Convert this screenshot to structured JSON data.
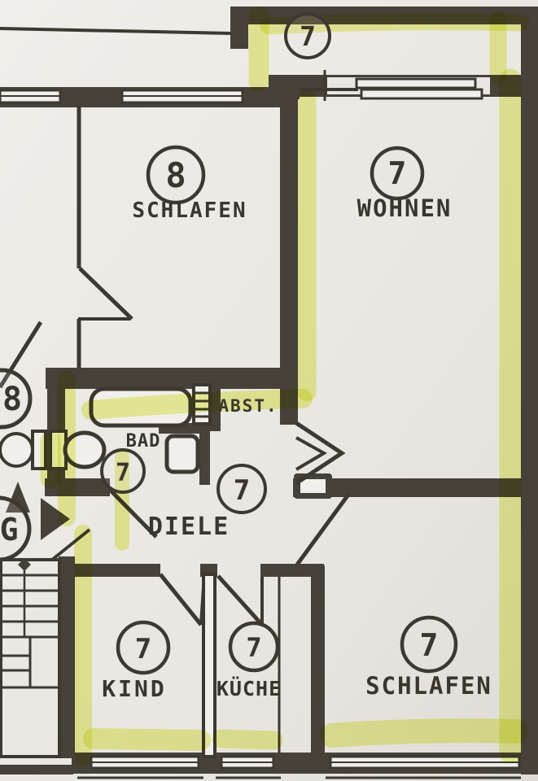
{
  "palette": {
    "paper": "#e9e7e1",
    "paper_light": "#f0efeb",
    "ink": "#46423a",
    "ink_thin": "#3d3931",
    "text": "#3a362e",
    "highlight": "#e7ee66"
  },
  "plan": {
    "balcony": {
      "number": "7"
    },
    "schlafen_top": {
      "number": "8",
      "label": "SCHLAFEN"
    },
    "wohnen": {
      "number": "7",
      "label": "WOHNEN"
    },
    "abst": {
      "label": "ABST."
    },
    "bad": {
      "number": "7",
      "label": "BAD"
    },
    "diele": {
      "number": "7",
      "label": "DIELE"
    },
    "kind": {
      "number": "7",
      "label": "KIND"
    },
    "kueche": {
      "number": "7",
      "label": "KÜCHE"
    },
    "schlafen_bottom": {
      "number": "7",
      "label": "SCHLAFEN"
    },
    "neighbor_unit": {
      "number": "8"
    },
    "stairwell": {
      "number": "G"
    }
  }
}
